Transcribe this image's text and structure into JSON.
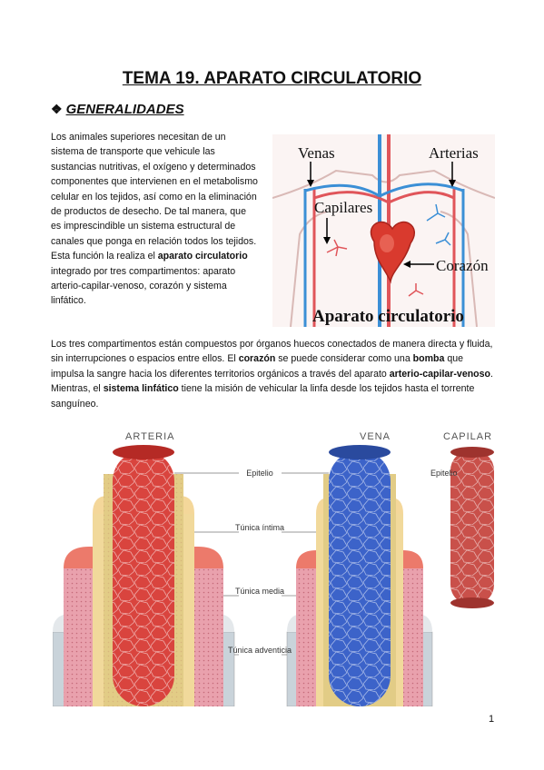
{
  "title": "TEMA 19. APARATO CIRCULATORIO",
  "section": {
    "bullet": "❖",
    "heading": "GENERALIDADES"
  },
  "para1": {
    "t1": "Los animales superiores necesitan de un sistema de transporte que vehicule las sustancias nutritivas, el oxígeno y determinados componentes que intervienen en el metabolismo celular en los tejidos, así como en la eliminación de productos de desecho. De tal manera, que es imprescindible un sistema estructural de canales que ponga en relación todos los tejidos. Esta función la realiza el ",
    "b1": "aparato circulatorio",
    "t2": " integrado por tres compartimentos: aparato arterio-capilar-venoso, corazón y sistema linfático."
  },
  "para2": {
    "t1": "Los tres compartimentos están compuestos por órganos huecos conectados de manera directa y fluida, sin interrupciones o espacios entre ellos. El ",
    "b1": "corazón",
    "t2": " se puede considerar como una ",
    "b2": "bomba",
    "t3": " que impulsa la sangre hacia los diferentes territorios orgánicos a través del aparato ",
    "b3": "arterio-capilar-venoso",
    "t4": ". Mientras, el ",
    "b4": "sistema linfático",
    "t5": " tiene la misión de vehicular la linfa desde los tejidos hasta el torrente sanguíneo."
  },
  "figure1": {
    "labels": {
      "venas": "Venas",
      "arterias": "Arterias",
      "capilares": "Capilares",
      "corazon": "Corazón",
      "caption": "Aparato circulatorio"
    },
    "colors": {
      "vein": "#3b8fd6",
      "artery": "#e0555a",
      "heart": "#d93a2e"
    }
  },
  "figure2": {
    "headers": {
      "arteria": "ARTERIA",
      "vena": "VENA",
      "capilar": "CAPILAR"
    },
    "layers": {
      "epitelio": "Epitelio",
      "intima": "Túnica íntima",
      "media": "Túnica media",
      "adventicia": "Túnica adventicia",
      "epitelio_capilar": "Epitelio"
    },
    "colors": {
      "artery": "#d9443e",
      "vein": "#3c63c9",
      "intima": "#f4d79a",
      "media": "#e9a1ad",
      "adventicia": "#c9d3da",
      "elastic": "#e0d090"
    }
  },
  "page_number": "1"
}
